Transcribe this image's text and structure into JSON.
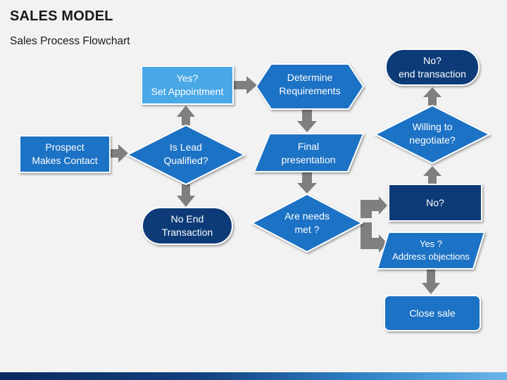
{
  "header": {
    "title": "SALES MODEL",
    "subtitle": "Sales Process Flowchart"
  },
  "colors": {
    "background": "#f2f2f2",
    "light_blue": "#4aa8e6",
    "mid_blue": "#1f72c4",
    "dark_blue": "#0b3a78",
    "arrow": "#7f7f7f",
    "node_border": "#ffffff"
  },
  "nodes": {
    "prospect": {
      "shape": "rectangle",
      "lines": [
        "Prospect",
        "Makes Contact"
      ]
    },
    "is_lead_qualified": {
      "shape": "diamond",
      "lines": [
        "Is Lead",
        "Qualified?"
      ]
    },
    "set_appointment": {
      "shape": "rectangle",
      "lines": [
        "Yes?",
        "Set Appointment"
      ]
    },
    "no_end_transaction": {
      "shape": "terminator",
      "lines": [
        "No End",
        "Transaction"
      ]
    },
    "determine_requirements": {
      "shape": "hexagon",
      "lines": [
        "Determine",
        "Requirements"
      ]
    },
    "final_presentation": {
      "shape": "parallelogram",
      "lines": [
        "Final",
        "presentation"
      ]
    },
    "are_needs_met": {
      "shape": "diamond",
      "lines": [
        "Are needs",
        "met ?"
      ]
    },
    "no": {
      "shape": "rectangle",
      "lines": [
        "No?"
      ]
    },
    "yes_address_objections": {
      "shape": "parallelogram",
      "lines": [
        "Yes ?",
        "Address objections"
      ]
    },
    "close_sale": {
      "shape": "rounded-rectangle",
      "lines": [
        "Close sale"
      ]
    },
    "willing_to_negotiate": {
      "shape": "diamond",
      "lines": [
        "Willing to",
        "negotiate?"
      ]
    },
    "no_end_transaction_top": {
      "shape": "terminator",
      "lines": [
        "No?",
        "end transaction"
      ]
    }
  }
}
